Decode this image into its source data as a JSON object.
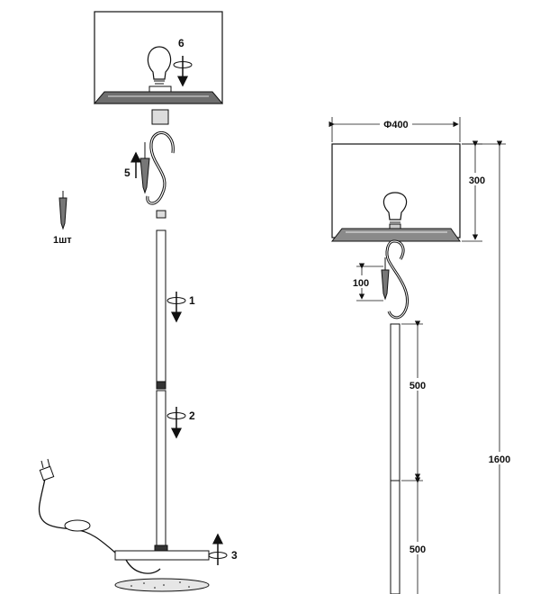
{
  "assembly": {
    "steps": [
      "1",
      "2",
      "3",
      "5",
      "6"
    ],
    "crystal_qty": "1шт"
  },
  "dimensions": {
    "shade_diameter": "Φ400",
    "shade_height": "300",
    "pendant_length": "100",
    "rod_upper": "500",
    "rod_lower": "500",
    "total_height": "1600"
  },
  "colors": {
    "line": "#111111",
    "shade_bottom": "#8a8a8a"
  }
}
